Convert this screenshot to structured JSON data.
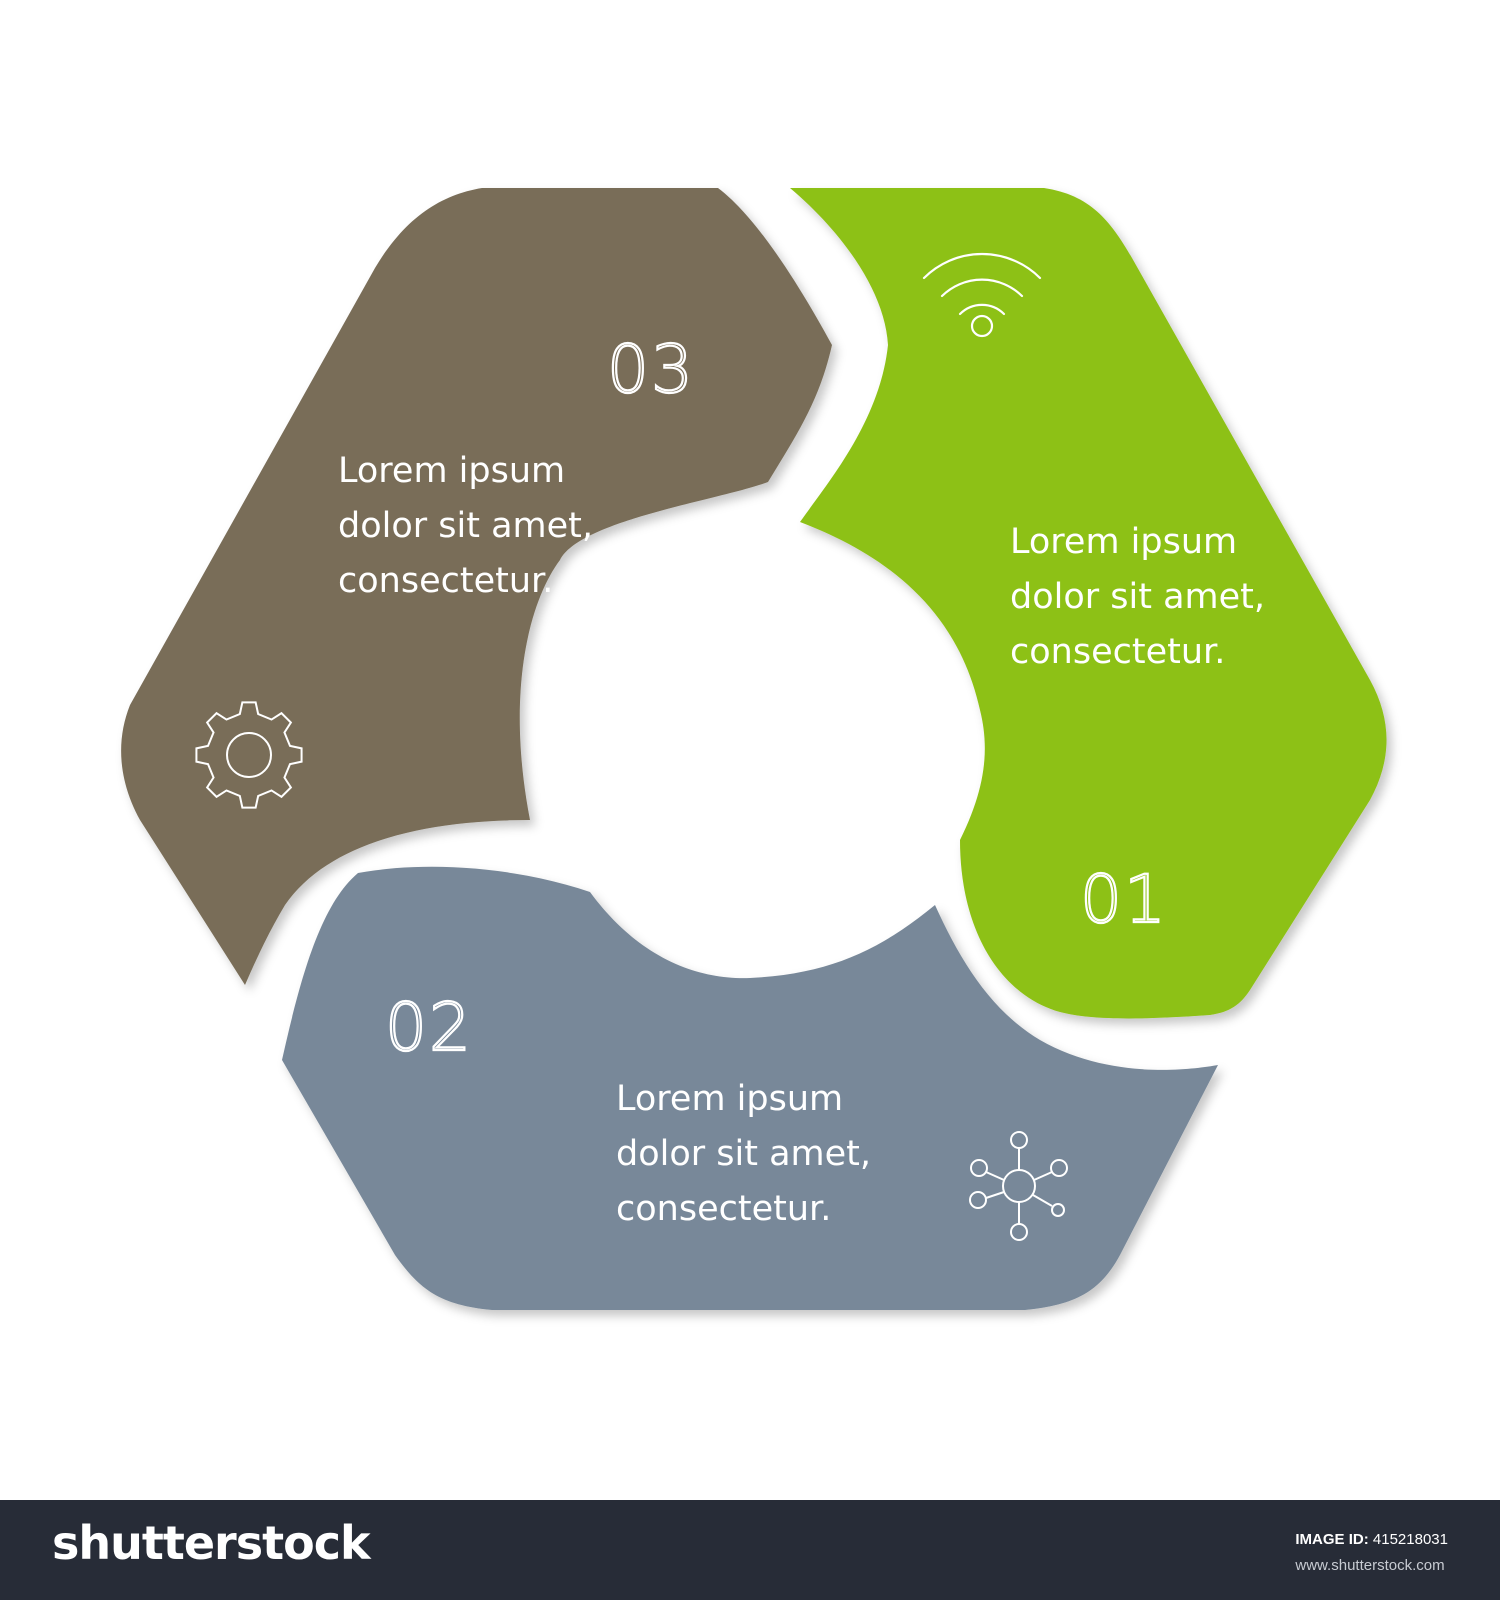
{
  "colors": {
    "segment_01": "#8dc113",
    "segment_02": "#788899",
    "segment_03": "#796d58",
    "footer_bg": "#272c37"
  },
  "segments": [
    {
      "number": "01",
      "text_lines": [
        "Lorem ipsum",
        "dolor sit amet,",
        "consectetur."
      ],
      "icon": "wifi-icon"
    },
    {
      "number": "02",
      "text_lines": [
        "Lorem ipsum",
        "dolor sit amet,",
        "consectetur."
      ],
      "icon": "network-hub-icon"
    },
    {
      "number": "03",
      "text_lines": [
        "Lorem ipsum",
        "dolor sit amet,",
        "consectetur."
      ],
      "icon": "gear-icon"
    }
  ],
  "footer": {
    "logo": "shutterstock",
    "image_id_label": "IMAGE ID:",
    "image_id": "415218031",
    "site": "www.shutterstock.com"
  }
}
